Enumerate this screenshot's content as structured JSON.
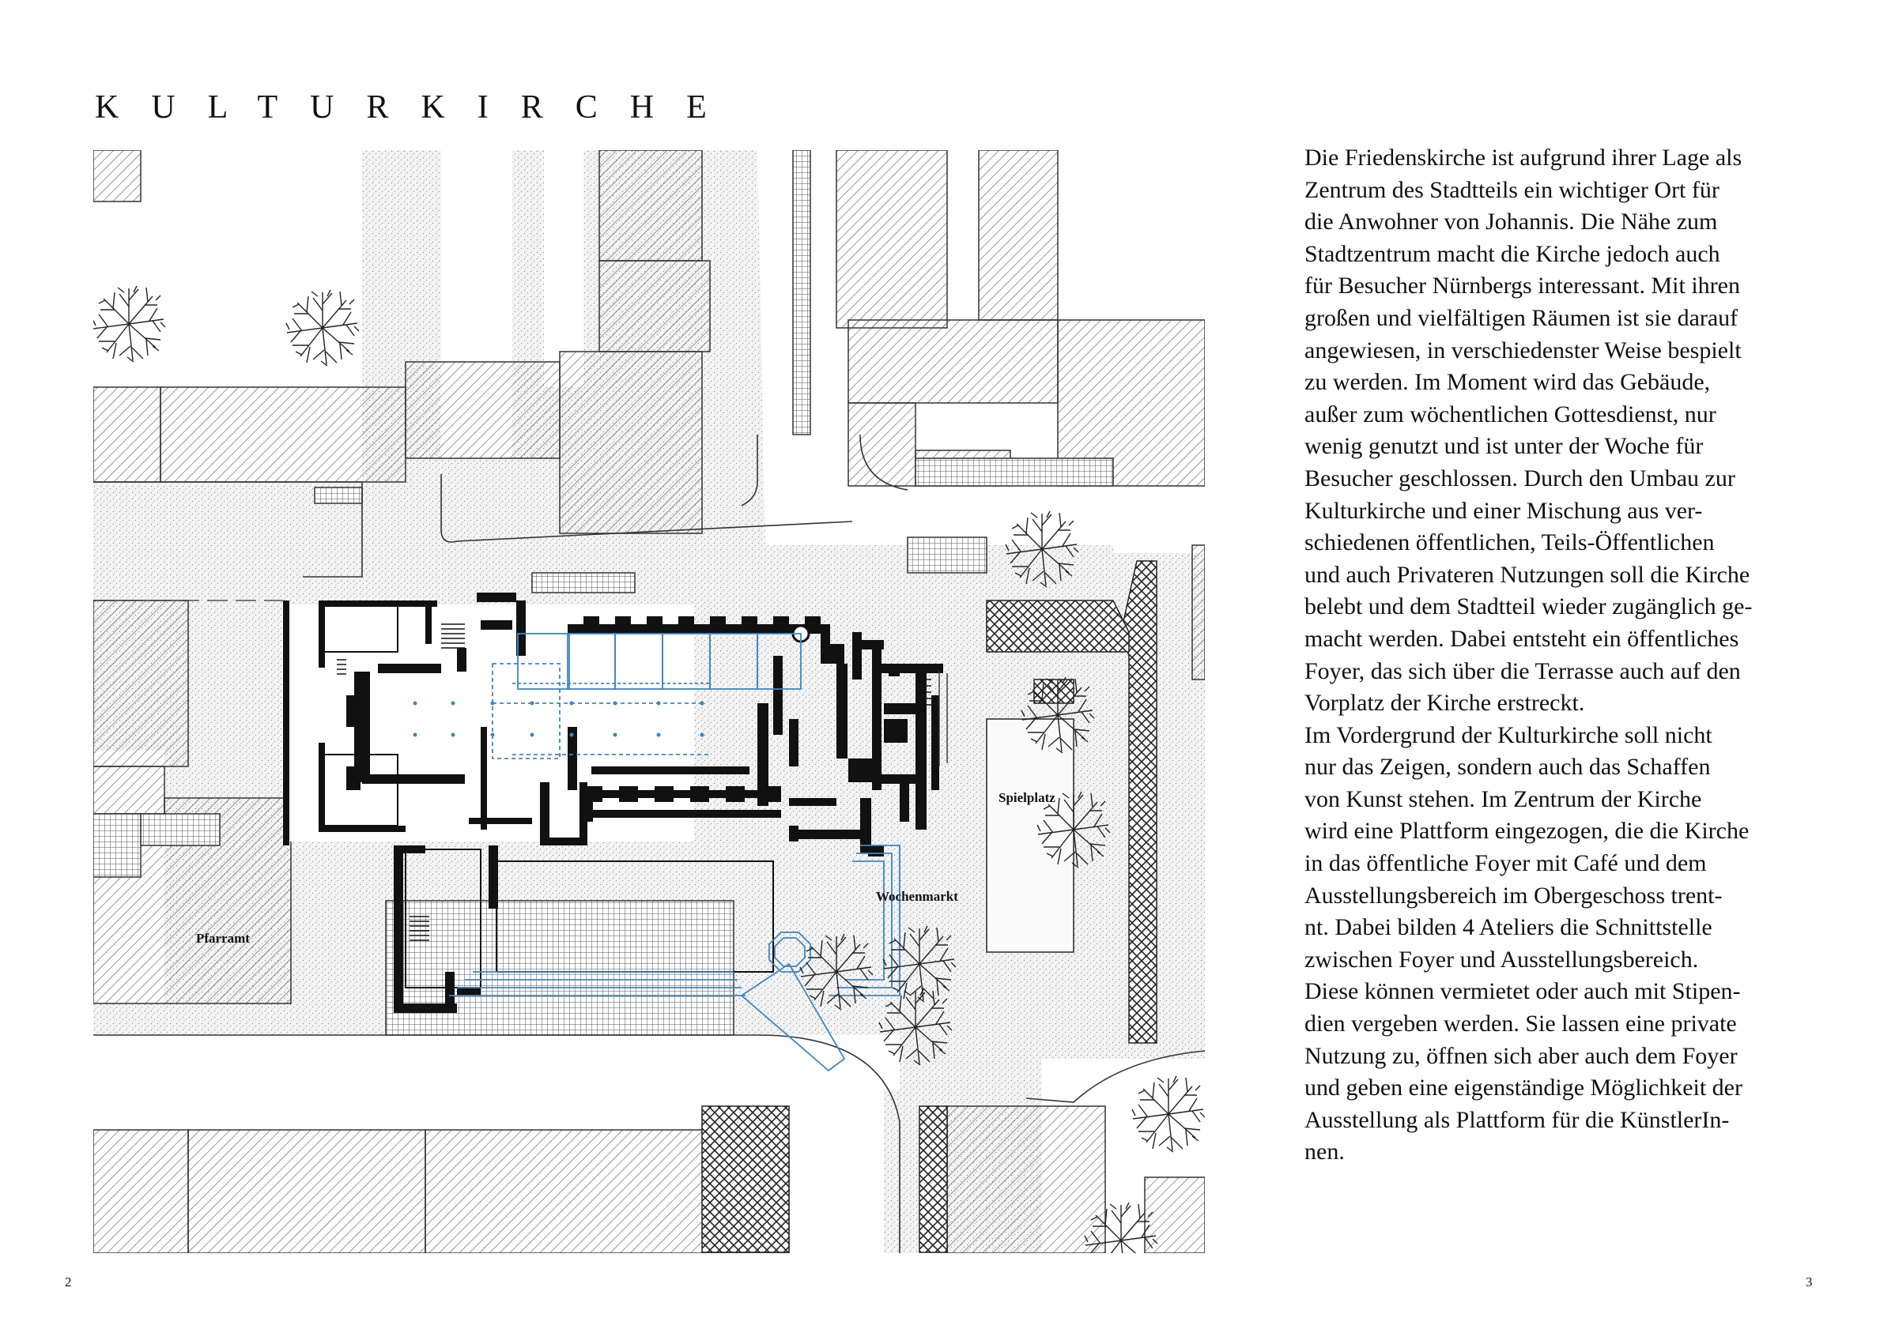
{
  "page": {
    "title": "KULTURKIRCHE",
    "page_left": "2",
    "page_right": "3"
  },
  "plan": {
    "labels": {
      "pfarramt": "Pfarramt",
      "wochenmarkt": "Wochenmarkt",
      "spielplatz": "Spielplatz"
    },
    "colors": {
      "wall": "#111111",
      "accent": "#3d86c6",
      "hatch": "#555555",
      "stipple": "#999999"
    }
  },
  "text": {
    "body": "Die Friedenskirche ist aufgrund ihrer Lage als\nZentrum des Stadtteils ein wichtiger Ort für\ndie Anwohner von Johannis. Die Nähe zum\nStadtzentrum macht die Kirche jedoch auch\nfür Besucher Nürnbergs interessant.  Mit ihren\ngroßen und vielfältigen Räumen ist sie darauf\nangewiesen, in verschiedenster Weise bespielt\nzu werden. Im Moment wird das Gebäude,\naußer zum wöchentlichen Gottesdienst, nur\nwenig genutzt und ist unter der Woche für\nBesucher geschlossen.  Durch den Umbau zur\nKulturkirche und einer  Mischung aus ver-\nschiedenen öffentlichen, Teils-Öffentlichen\nund auch Privateren Nutzungen soll die Kirche\nbelebt und dem Stadtteil wieder zugänglich ge-\nmacht werden. Dabei entsteht ein öffentliches\nFoyer, das sich über die Terrasse auch auf den\nVorplatz der Kirche erstreckt.\nIm Vordergrund der Kulturkirche soll nicht\nnur das Zeigen, sondern auch das Schaffen\nvon Kunst stehen. Im Zentrum der Kirche\nwird eine Plattform eingezogen, die die Kirche\nin das öffentliche Foyer mit Café und dem\nAusstellungsbereich im Obergeschoss trent-\nnt. Dabei bilden 4 Ateliers die Schnittstelle\nzwischen Foyer und Ausstellungsbereich.\nDiese können  vermietet oder auch mit Stipen-\ndien vergeben werden. Sie lassen eine private\nNutzung zu, öffnen sich aber auch dem Foyer\nund geben eine eigenständige Möglichkeit der\nAusstellung als  Plattform für die KünstlerIn-\nnen."
  }
}
